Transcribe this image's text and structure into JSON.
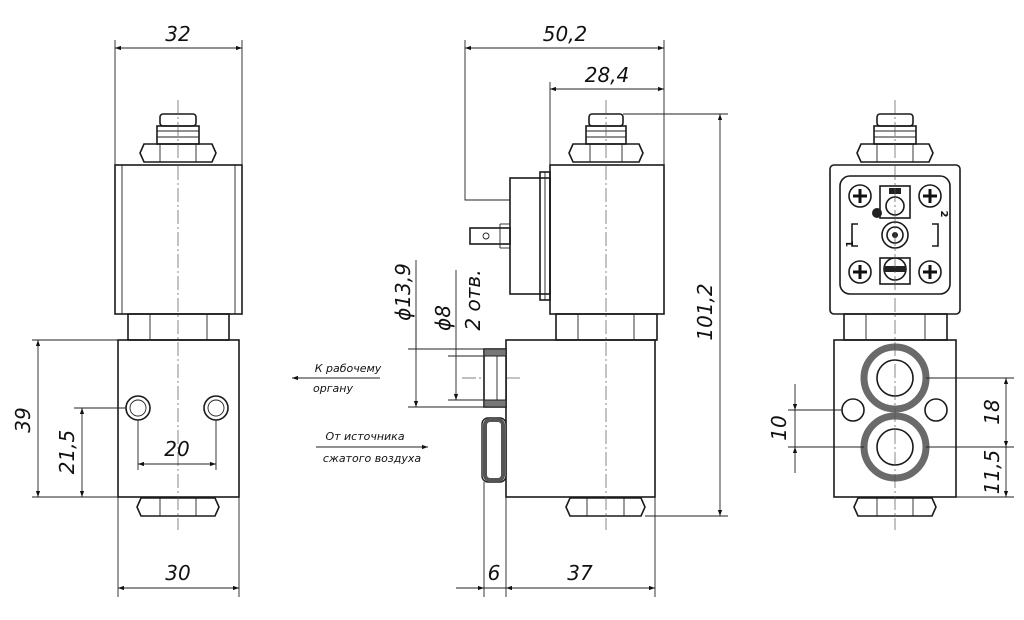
{
  "drawing": {
    "front_view": {
      "width_top": "32",
      "width_bottom": "30",
      "height_total": "39",
      "height_holes": "21,5",
      "hole_spacing": "20"
    },
    "side_view": {
      "overall_width": "50,2",
      "coil_width": "28,4",
      "overall_height": "101,2",
      "dia_outer": "ϕ13,9",
      "dia_inner": "ϕ8",
      "hole_count": "2 отв.",
      "fitting_width": "6",
      "body_width": "37"
    },
    "flow_labels": {
      "outlet_line1": "К рабочему",
      "outlet_line2": "органу",
      "inlet_line1": "От источника",
      "inlet_line2": "сжатого воздуха"
    },
    "right_view": {
      "spacing_small": "10",
      "spacing_ports": "18",
      "spacing_bottom": "11,5"
    },
    "connector": {
      "pin_1": "1",
      "pin_2": "2"
    }
  }
}
